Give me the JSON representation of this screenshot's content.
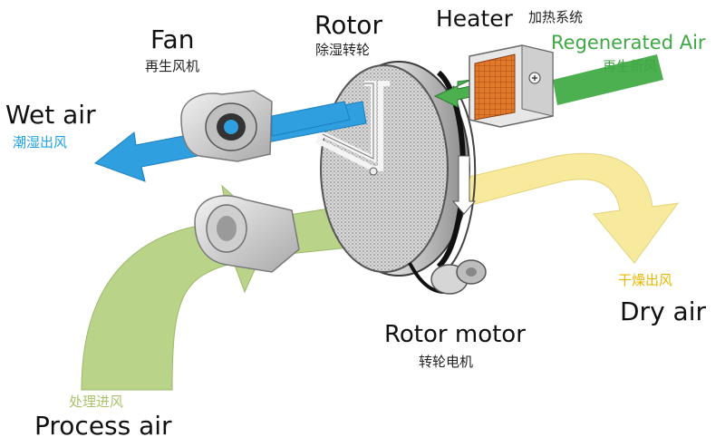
{
  "labels": {
    "fan": {
      "en": "Fan",
      "cn": "再生风机"
    },
    "rotor": {
      "en": "Rotor",
      "cn": "除湿转轮"
    },
    "heater": {
      "en": "Heater",
      "cn": "加热系统"
    },
    "regenerated_air": {
      "en": "Regenerated Air",
      "cn": "再生新风"
    },
    "wet_air": {
      "en": "Wet air",
      "cn": "潮湿出风"
    },
    "dry_air": {
      "en": "Dry air",
      "cn": "干燥出风"
    },
    "rotor_motor": {
      "en": "Rotor motor",
      "cn": "转轮电机"
    },
    "process_air": {
      "en": "Process air",
      "cn": "处理进风"
    }
  },
  "colors": {
    "process_air": "#b9d389",
    "dry_air": "#f8ea9c",
    "wet_air": "#2f9fe0",
    "regenerated_air": "#4caf50",
    "regenerated_air_text": "#3fa845",
    "wet_air_text": "#1ea1e3",
    "dry_air_text": "#e8b800",
    "process_air_text": "#a9c26a",
    "heater_core": "#e07a2a"
  },
  "icons": {
    "heater_terminal": "plus-terminal-icon"
  }
}
